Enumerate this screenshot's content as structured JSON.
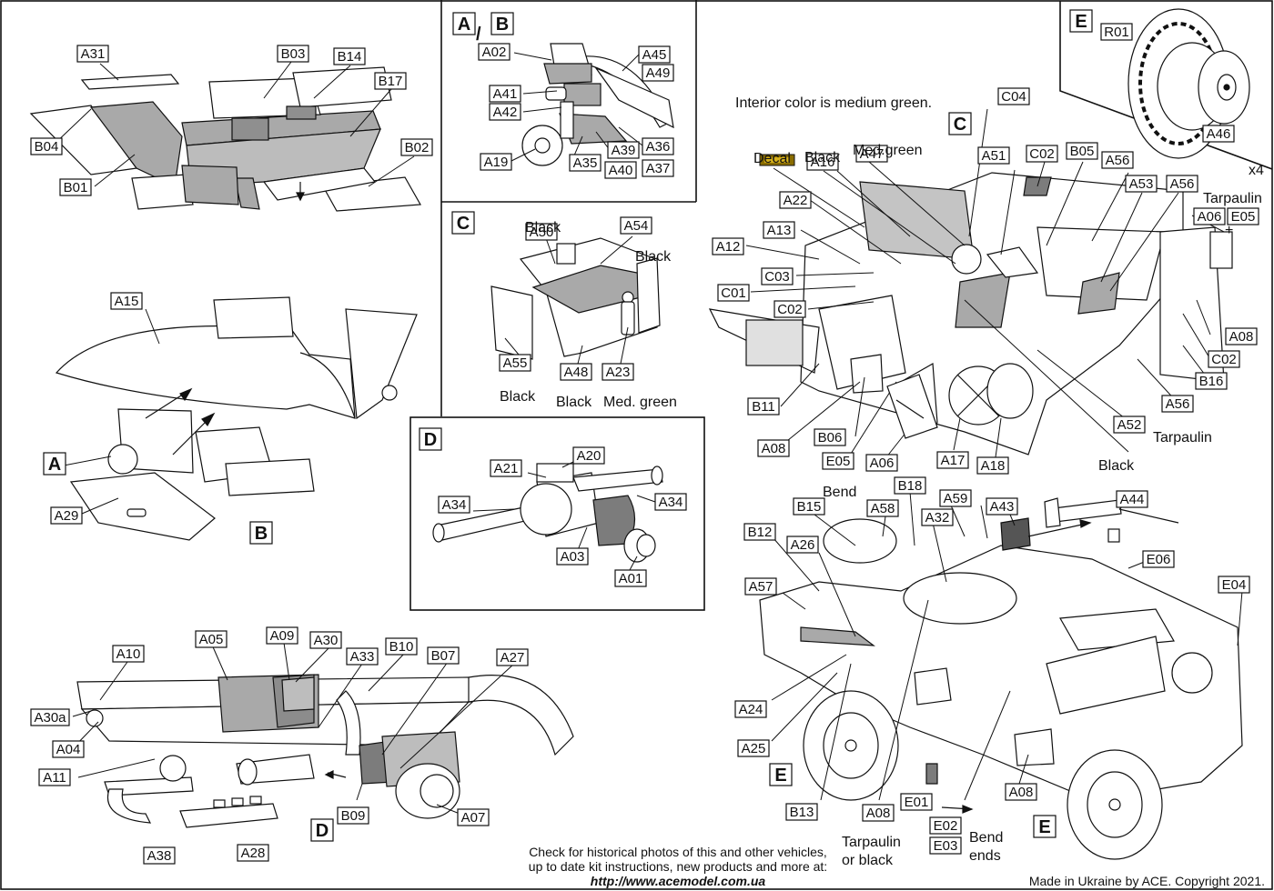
{
  "callouts": [
    {
      "id": "c0",
      "text": "A31"
    },
    {
      "id": "c1",
      "text": "B03"
    },
    {
      "id": "c2",
      "text": "B14"
    },
    {
      "id": "c3",
      "text": "B17"
    },
    {
      "id": "c4",
      "text": "B04"
    },
    {
      "id": "c5",
      "text": "B02"
    },
    {
      "id": "c6",
      "text": "B01"
    },
    {
      "id": "c7",
      "text": "A15"
    },
    {
      "id": "c8",
      "text": "A29"
    },
    {
      "id": "c9",
      "text": "A02"
    },
    {
      "id": "c10",
      "text": "A45"
    },
    {
      "id": "c11",
      "text": "A49"
    },
    {
      "id": "c12",
      "text": "A41"
    },
    {
      "id": "c13",
      "text": "A42"
    },
    {
      "id": "c14",
      "text": "A39"
    },
    {
      "id": "c15",
      "text": "A36"
    },
    {
      "id": "c16",
      "text": "A19"
    },
    {
      "id": "c17",
      "text": "A35"
    },
    {
      "id": "c18",
      "text": "A40"
    },
    {
      "id": "c19",
      "text": "A37"
    },
    {
      "id": "c20",
      "text": "A50"
    },
    {
      "id": "c21",
      "text": "A54"
    },
    {
      "id": "c22",
      "text": "A55"
    },
    {
      "id": "c23",
      "text": "A48"
    },
    {
      "id": "c24",
      "text": "A23"
    },
    {
      "id": "c25",
      "text": "A21"
    },
    {
      "id": "c26",
      "text": "A20"
    },
    {
      "id": "c27",
      "text": "A34"
    },
    {
      "id": "c28",
      "text": "A34"
    },
    {
      "id": "c29",
      "text": "A03"
    },
    {
      "id": "c30",
      "text": "A01"
    },
    {
      "id": "c31",
      "text": "R01"
    },
    {
      "id": "c32",
      "text": "A46"
    },
    {
      "id": "c33",
      "text": "C04"
    },
    {
      "id": "c34",
      "text": "A16"
    },
    {
      "id": "c35",
      "text": "A47"
    },
    {
      "id": "c36",
      "text": "A51"
    },
    {
      "id": "c37",
      "text": "C02"
    },
    {
      "id": "c38",
      "text": "B05"
    },
    {
      "id": "c39",
      "text": "A56"
    },
    {
      "id": "c40",
      "text": "A22"
    },
    {
      "id": "c41",
      "text": "A53"
    },
    {
      "id": "c42",
      "text": "A56"
    },
    {
      "id": "c43",
      "text": "A13"
    },
    {
      "id": "c44",
      "text": "A12"
    },
    {
      "id": "c45",
      "text": "A06"
    },
    {
      "id": "c46",
      "text": "E05"
    },
    {
      "id": "c47",
      "text": "C03"
    },
    {
      "id": "c48",
      "text": "C01"
    },
    {
      "id": "c49",
      "text": "C02"
    },
    {
      "id": "c50",
      "text": "A08"
    },
    {
      "id": "c51",
      "text": "C02"
    },
    {
      "id": "c52",
      "text": "B16"
    },
    {
      "id": "c53",
      "text": "B11"
    },
    {
      "id": "c54",
      "text": "A56"
    },
    {
      "id": "c55",
      "text": "A52"
    },
    {
      "id": "c56",
      "text": "B06"
    },
    {
      "id": "c57",
      "text": "A08"
    },
    {
      "id": "c58",
      "text": "E05"
    },
    {
      "id": "c59",
      "text": "A06"
    },
    {
      "id": "c60",
      "text": "A17"
    },
    {
      "id": "c61",
      "text": "A18"
    },
    {
      "id": "c62",
      "text": "B18"
    },
    {
      "id": "c63",
      "text": "B15"
    },
    {
      "id": "c64",
      "text": "A58"
    },
    {
      "id": "c65",
      "text": "A59"
    },
    {
      "id": "c66",
      "text": "A43"
    },
    {
      "id": "c67",
      "text": "A44"
    },
    {
      "id": "c68",
      "text": "B12"
    },
    {
      "id": "c69",
      "text": "A26"
    },
    {
      "id": "c70",
      "text": "A32"
    },
    {
      "id": "c71",
      "text": "E06"
    },
    {
      "id": "c72",
      "text": "A57"
    },
    {
      "id": "c73",
      "text": "E04"
    },
    {
      "id": "c74",
      "text": "A24"
    },
    {
      "id": "c75",
      "text": "A25"
    },
    {
      "id": "c76",
      "text": "B13"
    },
    {
      "id": "c77",
      "text": "A08"
    },
    {
      "id": "c78",
      "text": "E01"
    },
    {
      "id": "c79",
      "text": "A08"
    },
    {
      "id": "c80",
      "text": "E02"
    },
    {
      "id": "c81",
      "text": "E03"
    },
    {
      "id": "c82",
      "text": "A10"
    },
    {
      "id": "c83",
      "text": "A05"
    },
    {
      "id": "c84",
      "text": "A09"
    },
    {
      "id": "c85",
      "text": "A30"
    },
    {
      "id": "c86",
      "text": "A33"
    },
    {
      "id": "c87",
      "text": "B10"
    },
    {
      "id": "c88",
      "text": "B07"
    },
    {
      "id": "c89",
      "text": "A27"
    },
    {
      "id": "c90",
      "text": "A30a"
    },
    {
      "id": "c91",
      "text": "A04"
    },
    {
      "id": "c92",
      "text": "A11"
    },
    {
      "id": "c93",
      "text": "B09"
    },
    {
      "id": "c94",
      "text": "A07"
    },
    {
      "id": "c95",
      "text": "A38"
    },
    {
      "id": "c96",
      "text": "A28"
    }
  ],
  "step_markers": [
    {
      "id": "s0",
      "text": "A"
    },
    {
      "id": "s1",
      "text": "B"
    },
    {
      "id": "s2",
      "text": "A"
    },
    {
      "id": "s3",
      "text": "B"
    },
    {
      "id": "s4",
      "text": "C"
    },
    {
      "id": "s5",
      "text": "D"
    },
    {
      "id": "s6",
      "text": "E"
    },
    {
      "id": "s7",
      "text": "C"
    },
    {
      "id": "s8",
      "text": "E"
    },
    {
      "id": "s9",
      "text": "E"
    },
    {
      "id": "s10",
      "text": "D"
    }
  ],
  "notes": [
    {
      "id": "n0",
      "text": "Black"
    },
    {
      "id": "n1",
      "text": "Black"
    },
    {
      "id": "n2",
      "text": "Black"
    },
    {
      "id": "n3",
      "text": "Black"
    },
    {
      "id": "n4",
      "text": "Med. green"
    },
    {
      "id": "n5",
      "text": "x4"
    },
    {
      "id": "n6",
      "text": "Interior color is medium green."
    },
    {
      "id": "n7",
      "text": "Decal"
    },
    {
      "id": "n8",
      "text": "Black"
    },
    {
      "id": "n9",
      "text": "Med.green"
    },
    {
      "id": "n10",
      "text": "Tarpaulin"
    },
    {
      "id": "n11",
      "text": "+"
    },
    {
      "id": "n12",
      "text": "Tarpaulin"
    },
    {
      "id": "n13",
      "text": "Black"
    },
    {
      "id": "n14",
      "text": "Bend"
    },
    {
      "id": "n15",
      "text": "Tarpaulin"
    },
    {
      "id": "n16",
      "text": "or black"
    },
    {
      "id": "n17",
      "text": "Bend"
    },
    {
      "id": "n18",
      "text": "ends"
    },
    {
      "id": "n19",
      "text": "/"
    }
  ],
  "footer": {
    "line1": "Check for historical photos of this and  other vehicles,",
    "line2": "up to date kit instructions, new products and more at:",
    "url": "http://www.acemodel.com.ua",
    "copyright": "Made in Ukraine by ACE. Copyright 2021."
  },
  "colors": {
    "part_gray": "#a9a9a9",
    "line": "#111111",
    "paper": "#ffffff"
  },
  "icons": [
    "decal-icon",
    "jerrycan-icon",
    "wheel-icon",
    "machine-gun-icon",
    "arrow-icon"
  ]
}
